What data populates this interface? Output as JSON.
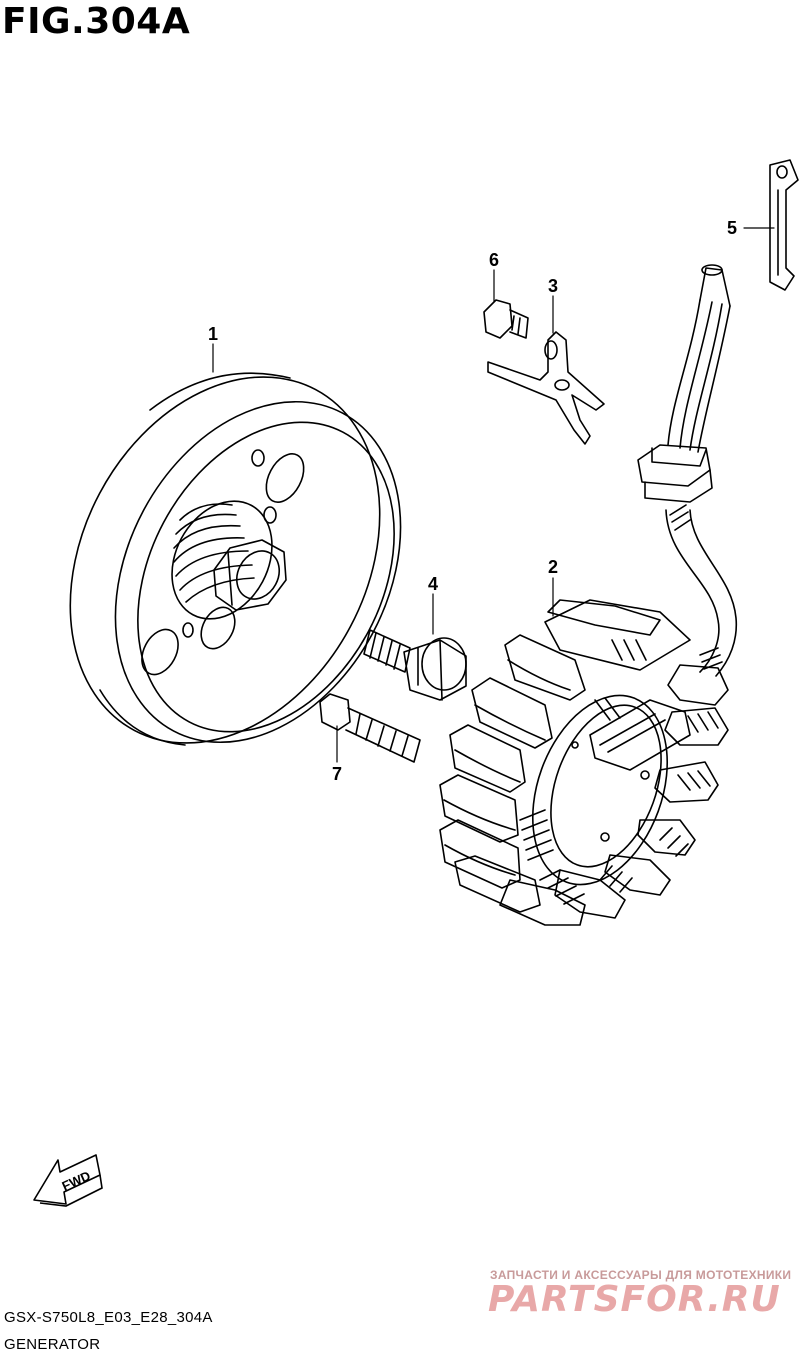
{
  "figure": {
    "title": "FIG.304A"
  },
  "callouts": [
    {
      "num": "1",
      "part": "rotor"
    },
    {
      "num": "2",
      "part": "stator"
    },
    {
      "num": "3",
      "part": "clamp"
    },
    {
      "num": "4",
      "part": "bolt"
    },
    {
      "num": "5",
      "part": "clamp"
    },
    {
      "num": "6",
      "part": "bolt"
    },
    {
      "num": "7",
      "part": "screw"
    }
  ],
  "direction_badge": {
    "label": "FWD"
  },
  "footer": {
    "code": "GSX-S750L8_E03_E28_304A",
    "name": "GENERATOR"
  },
  "watermark": {
    "tagline": "ЗАПЧАСТИ И АКСЕССУАРЫ ДЛЯ МОТОТЕХНИКИ",
    "brand": "PARTSFOR.RU"
  },
  "colors": {
    "line": "#000000",
    "background": "#ffffff",
    "watermark": "#e8a8a8"
  }
}
